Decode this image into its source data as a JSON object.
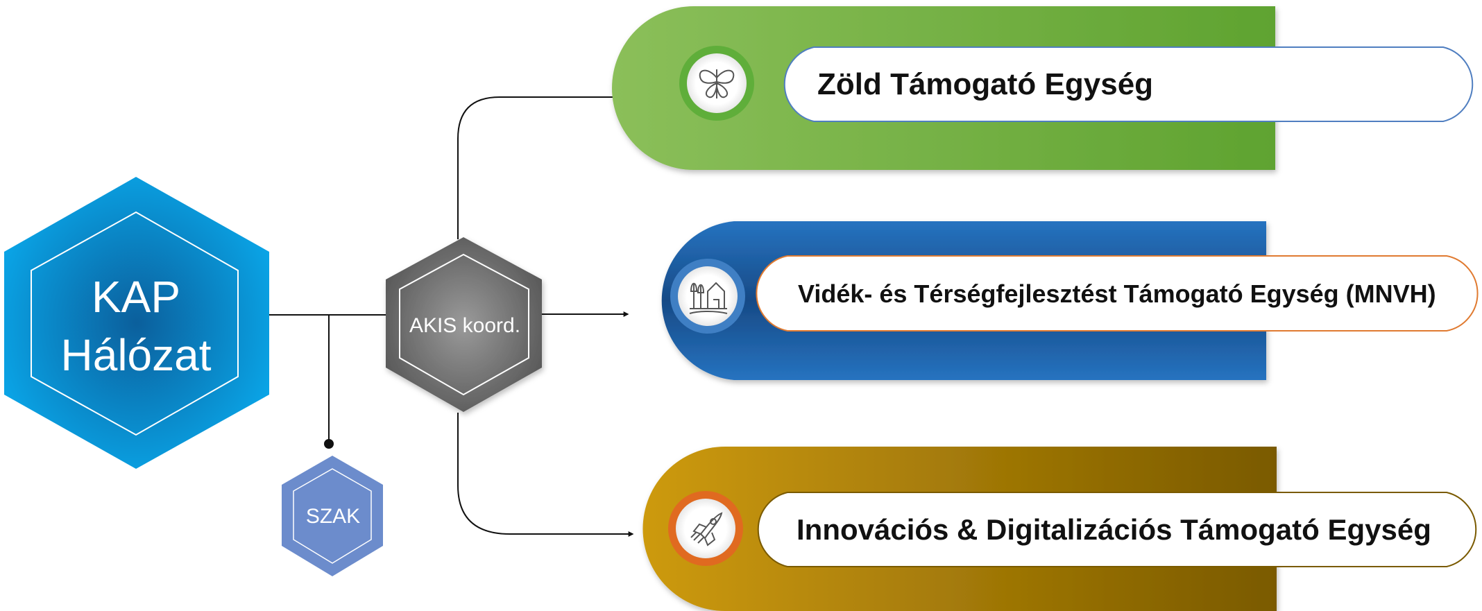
{
  "colors": {
    "kap": "#0a9fe0",
    "akis": "#666666",
    "szak": "#6c8ccc",
    "green": "#6fae3a",
    "blue": "#1e69b0",
    "gold": "#b8860b",
    "connector": "#111111"
  },
  "nodes": {
    "kap": {
      "line1": "KAP",
      "line2": "Hálózat"
    },
    "akis": {
      "label": "AKIS koord."
    },
    "szak": {
      "label": "SZAK"
    }
  },
  "units": [
    {
      "label": "Zöld Támogató Egység",
      "icon": "butterfly-icon"
    },
    {
      "label": "Vidék- és Térségfejlesztést Támogató Egység (MNVH)",
      "icon": "countryside-house-icon"
    },
    {
      "label": "Innovációs & Digitalizációs Támogató Egység",
      "icon": "rocket-icon"
    }
  ]
}
